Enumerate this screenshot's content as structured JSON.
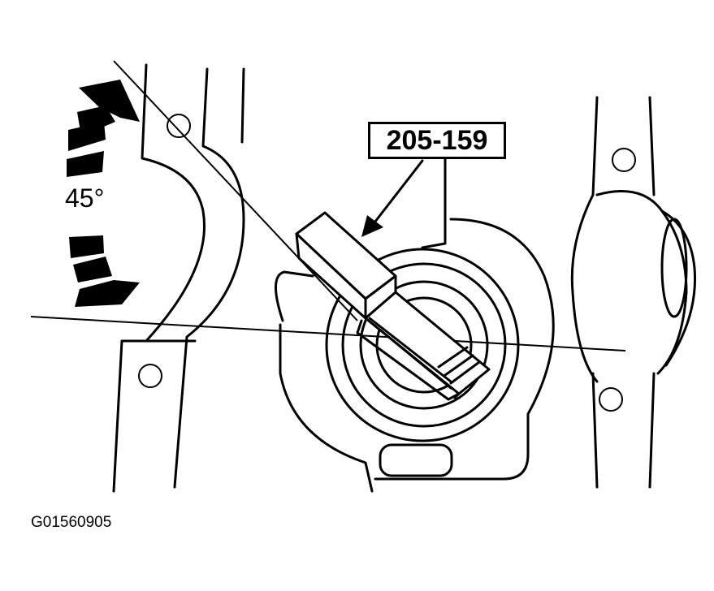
{
  "callout": {
    "part_number": "205-159"
  },
  "rotation": {
    "angle_label": "45°"
  },
  "figure": {
    "id": "G01560905"
  },
  "colors": {
    "ink": "#000000",
    "paper": "#ffffff"
  },
  "icons": {
    "rotation_arrow": "double-headed-curved-arrow-icon",
    "tool": "adjustment-tool-icon"
  }
}
